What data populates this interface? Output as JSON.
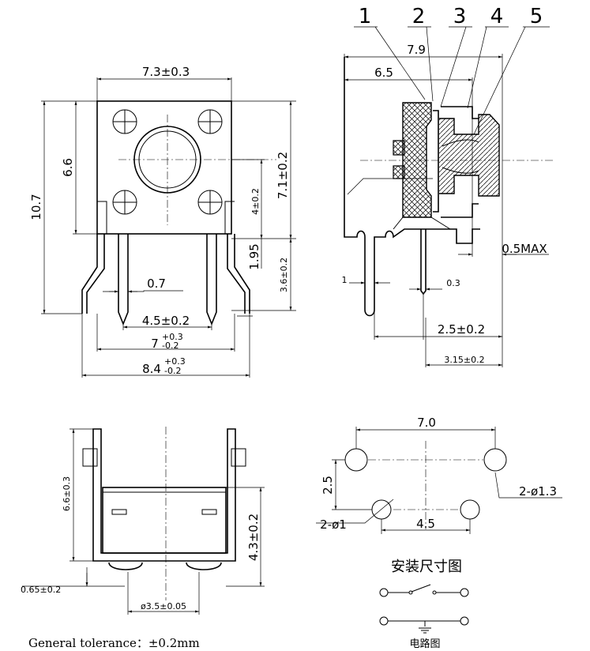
{
  "callouts": [
    "1",
    "2",
    "3",
    "4",
    "5"
  ],
  "front_view": {
    "width": "7.3±0.3",
    "height_body": "6.6",
    "height_total": "10.7",
    "height_button": "7.1±0.2",
    "button_center": "4±0.2",
    "pin_gap": "1.95",
    "pin_len": "3.6±0.2",
    "pin_width": "0.7",
    "pin_pitch": "4.5±0.2",
    "inner_span_base": "7",
    "inner_span_tol_upper": "+0.3",
    "inner_span_tol_lower": "-0.2",
    "outer_span_base": "8.4",
    "outer_span_tol_upper": "+0.3",
    "outer_span_tol_lower": "-0.2"
  },
  "side_view": {
    "depth_total": "7.9",
    "depth_body": "6.5",
    "max_gap": "0.5MAX",
    "lead_left": "1",
    "lead_right": "0.3",
    "lead_offset": "2.5±0.2",
    "lead_total": "3.15±0.2"
  },
  "bottom_view": {
    "height": "6.6±0.3",
    "body_height": "4.3±0.2",
    "pin_offset": "0.65±0.2",
    "peg_spacing": "ø3.5±0.05"
  },
  "footprint": {
    "width": "7.0",
    "height": "2.5",
    "hole_spacing": "4.5",
    "big_holes": "2-ø1.3",
    "small_holes": "2-ø1",
    "title": "安装尺寸图"
  },
  "circuit": {
    "title": "电路图"
  },
  "footer": {
    "tolerance": "General tolerance：±0.2mm"
  }
}
